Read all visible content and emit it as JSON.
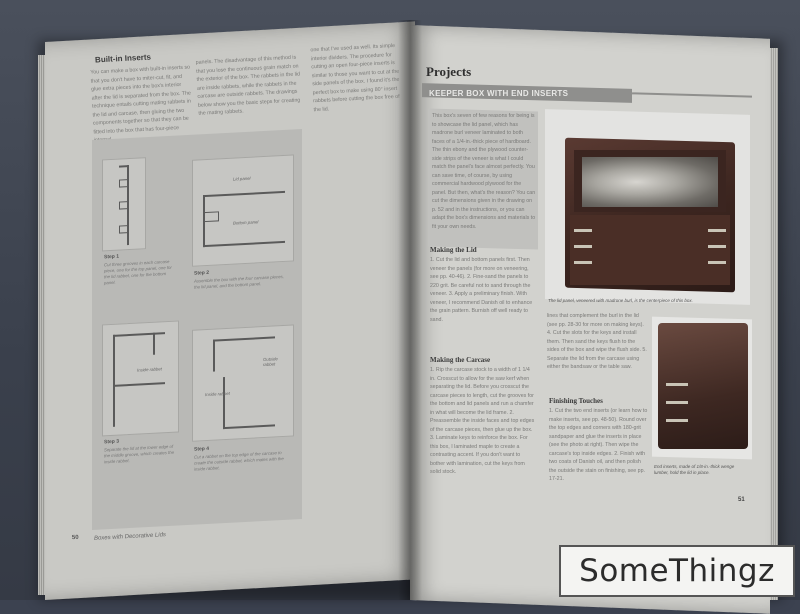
{
  "left_page": {
    "heading": "Built-in Inserts",
    "col1_text": "You can make a box with built-in inserts so that you don't have to miter-cut, fit, and glue extra pieces into the box's interior after the lid is separated from the box. The technique entails cutting mating rabbets in the lid and carcase, then gluing the two components together so that they can be fitted into the box that has four-piece internal",
    "col2_text": "panels. The disadvantage of this method is that you lose the continuous grain match on the exterior of the box. The rabbets in the lid are inside rabbets, while the rabbets in the carcase are outside rabbets. The drawings below show you the basic steps for creating the mating rabbets.",
    "col3_text": "one that I've used as well. Its simple interior dividers. The procedure for cutting an open four-piece inserts is similar to those you want to cut at the side panels of the box. I found it's the perfect box to make using 80° insert rabbets before cutting the box free of the lid.",
    "steps": [
      {
        "title": "Step 1",
        "caption": "Cut three grooves in each carcase piece, one for the top panel, one for the lid rabbet, one for the bottom panel."
      },
      {
        "title": "Step 2",
        "caption": "Assemble the box with the four carcase pieces, the lid panel, and the bottom panel."
      },
      {
        "title": "Step 3",
        "caption": "Separate the lid at the lower edge of the middle groove, which creates the inside rabbet."
      },
      {
        "title": "Step 4",
        "caption": "Cut a rabbet on the top edge of the carcase to create the outside rabbet, which mates with the inside rabbet."
      }
    ],
    "diagram_labels": {
      "lid_panel": "Lid panel",
      "bottom_panel": "Bottom panel",
      "inside_rabbet_a": "Inside rabbet",
      "inside_rabbet_b": "Inside rabbet",
      "outside_rabbet": "Outside rabbet"
    },
    "footer_page": "50",
    "footer_title": "Boxes with Decorative Lids"
  },
  "right_page": {
    "section": "Projects",
    "banner": "KEEPER BOX WITH END INSERTS",
    "intro_text": "This box's seven of few reasons for being is to showcase the lid panel, which has madrone burl veneer laminated to both faces of a 1/4-in.-thick piece of hardboard. The thin ebony and the plywood counter-side strips of the veneer is what I could match the panel's face almost perfectly. You can save time, of course, by using commercial hardwood plywood for the panel. But then, what's the reason? You can cut the dimensions given in the drawing on p. 52 and in the instructions, or you can adapt the box's dimensions and materials to fit your own needs.",
    "heading_lid": "Making the Lid",
    "lid_text": "1. Cut the lid and bottom panels first. Then veneer the panels (for more on veneering, see pp. 40-46). 2. Fine-sand the panels to 220 grit. Be careful not to sand through the veneer. 3. Apply a preliminary finish. With veneer, I recommend Danish oil to enhance the grain pattern. Burnish off well ready to sand.",
    "heading_carcase": "Making the Carcase",
    "carcase_text": "1. Rip the carcase stock to a width of 1 1/4 in. Crosscut to allow for the saw kerf when separating the lid. Before you crosscut the carcase pieces to length, cut the grooves for the bottom and lid panels and run a chamfer in what will become the lid frame. 2. Preassemble the inside faces and top edges of the carcase pieces, then glue up the box. 3. Laminate keys to reinforce the box. For this box, I laminated maple to create a contrasting accent. If you don't want to bother with lamination, cut the keys from solid stock.",
    "photo1_caption": "The lid panel, veneered with madrone burl, is the centerpiece of this box.",
    "col2_text": "lines that complement the burl in the lid (see pp. 28-30 for more on making keys). 4. Cut the slots for the keys and install them. Then sand the keys flush to the sides of the box and wipe the flush side. 5. Separate the lid from the carcase using either the bandsaw or the table saw.",
    "heading_finish": "Finishing Touches",
    "finish_text": "1. Cut the two end inserts (or learn how to make inserts, see pp. 48-50). Round over the top edges and corners with 180-grit sandpaper and glue the inserts in place (see the photo at right). Then wipe the carcase's top inside edges. 2. Finish with two coats of Danish oil, and then polish the outside the stain on finishing, see pp. 17-21.",
    "photo2_caption": "End inserts, made of 1/8-in.-thick wenge lumber, hold the lid in place.",
    "page_num": "51"
  },
  "watermark": {
    "text": "SomeThingz"
  }
}
